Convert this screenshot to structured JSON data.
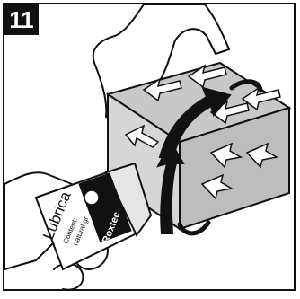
{
  "step": {
    "number": "11"
  },
  "bottle": {
    "brand": "Roxtec",
    "product": "Lubrica",
    "line1": "Content:",
    "line2": "natural gr"
  },
  "colors": {
    "background": "#ffffff",
    "block_top": "#c8c8c8",
    "block_front": "#d9d9d9",
    "block_side": "#bdbdbd",
    "ink": "#111111"
  }
}
